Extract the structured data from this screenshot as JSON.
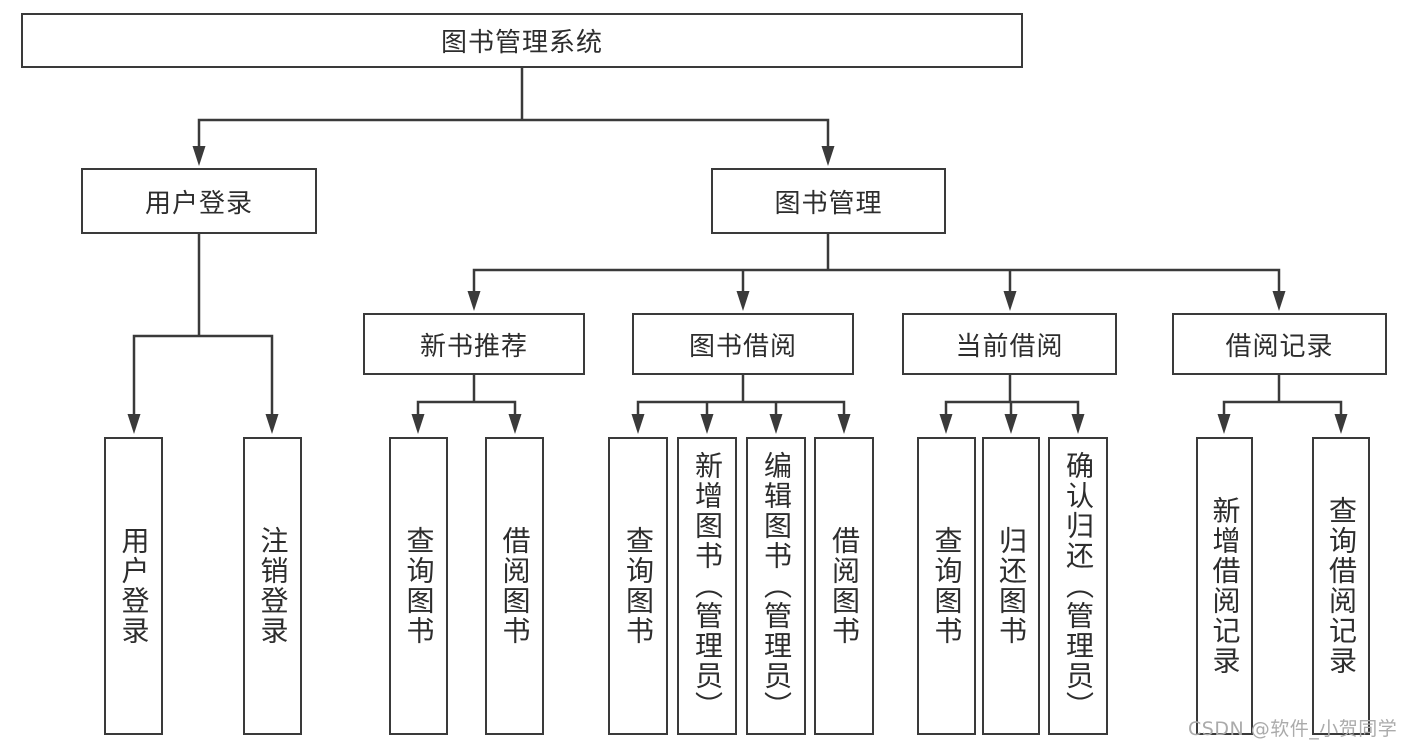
{
  "diagram": {
    "root": {
      "label": "图书管理系统"
    },
    "branches": [
      {
        "label": "用户登录",
        "children": [
          "用户登录",
          "注销登录"
        ]
      },
      {
        "label": "图书管理",
        "children": [
          {
            "label": "新书推荐",
            "children": [
              "查询图书",
              "借阅图书"
            ]
          },
          {
            "label": "图书借阅",
            "children": [
              "查询图书",
              "新增图书（管理员）",
              "编辑图书（管理员）",
              "借阅图书"
            ]
          },
          {
            "label": "当前借阅",
            "children": [
              "查询图书",
              "归还图书",
              "确认归还（管理员）"
            ]
          },
          {
            "label": "借阅记录",
            "children": [
              "新增借阅记录",
              "查询借阅记录"
            ]
          }
        ]
      }
    ]
  },
  "watermark": {
    "text": "CSDN @软件_小贺同学"
  },
  "colors": {
    "line": "#3a3a3a",
    "border": "#3a3a3a",
    "text": "#2d2d2d",
    "watermark": "#ababab",
    "background": "#ffffff"
  }
}
